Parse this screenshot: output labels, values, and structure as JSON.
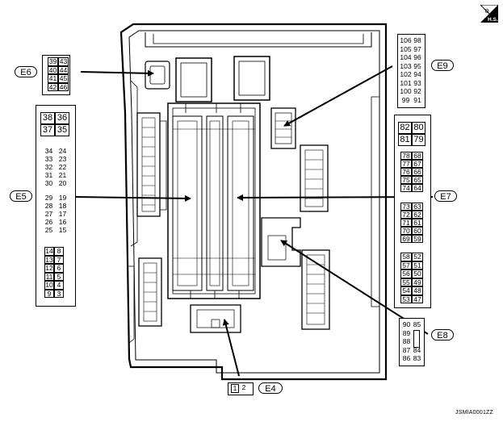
{
  "figure_id": "JSMIA0001ZZ",
  "corner_icon": {
    "name": "hs-service-icon",
    "label": "H.S."
  },
  "connectors": {
    "E4": {
      "label": "E4",
      "cells": [
        "1",
        "2"
      ]
    },
    "E5": {
      "label": "E5",
      "block_a": [
        [
          "38",
          "36"
        ],
        [
          "37",
          "35"
        ]
      ],
      "block_b": [
        [
          "34",
          "24"
        ],
        [
          "33",
          "23"
        ],
        [
          "32",
          "22"
        ],
        [
          "31",
          "21"
        ],
        [
          "30",
          "20"
        ]
      ],
      "block_c": [
        [
          "29",
          "19"
        ],
        [
          "28",
          "18"
        ],
        [
          "27",
          "17"
        ],
        [
          "26",
          "16"
        ],
        [
          "25",
          "15"
        ]
      ],
      "block_d": [
        [
          "14",
          "8"
        ],
        [
          "13",
          "7"
        ],
        [
          "12",
          "6"
        ],
        [
          "11",
          "5"
        ],
        [
          "10",
          "4"
        ],
        [
          "9",
          "3"
        ]
      ]
    },
    "E6": {
      "label": "E6",
      "rows": [
        [
          "39",
          "43"
        ],
        [
          "40",
          "44"
        ],
        [
          "41",
          "45"
        ],
        [
          "42",
          "46"
        ]
      ]
    },
    "E7": {
      "label": "E7",
      "block_a": [
        [
          "82",
          "80"
        ],
        [
          "81",
          "79"
        ]
      ],
      "block_b": [
        [
          "78",
          "68"
        ],
        [
          "77",
          "67"
        ],
        [
          "76",
          "66"
        ],
        [
          "75",
          "65"
        ],
        [
          "74",
          "64"
        ]
      ],
      "block_c": [
        [
          "73",
          "63"
        ],
        [
          "72",
          "62"
        ],
        [
          "71",
          "61"
        ],
        [
          "70",
          "60"
        ],
        [
          "69",
          "59"
        ]
      ],
      "block_d": [
        [
          "58",
          "52"
        ],
        [
          "57",
          "51"
        ],
        [
          "56",
          "50"
        ],
        [
          "55",
          "49"
        ],
        [
          "54",
          "48"
        ],
        [
          "53",
          "47"
        ]
      ]
    },
    "E8": {
      "label": "E8",
      "rows": [
        [
          "90",
          "85"
        ],
        [
          "89",
          ""
        ],
        [
          "88",
          ""
        ],
        [
          "87",
          "84"
        ],
        [
          "86",
          "83"
        ]
      ]
    },
    "E9": {
      "label": "E9",
      "rows": [
        [
          "106",
          "98"
        ],
        [
          "105",
          "97"
        ],
        [
          "104",
          "96"
        ],
        [
          "103",
          "95"
        ],
        [
          "102",
          "94"
        ],
        [
          "101",
          "93"
        ],
        [
          "100",
          "92"
        ],
        [
          "99",
          "91"
        ]
      ]
    }
  }
}
